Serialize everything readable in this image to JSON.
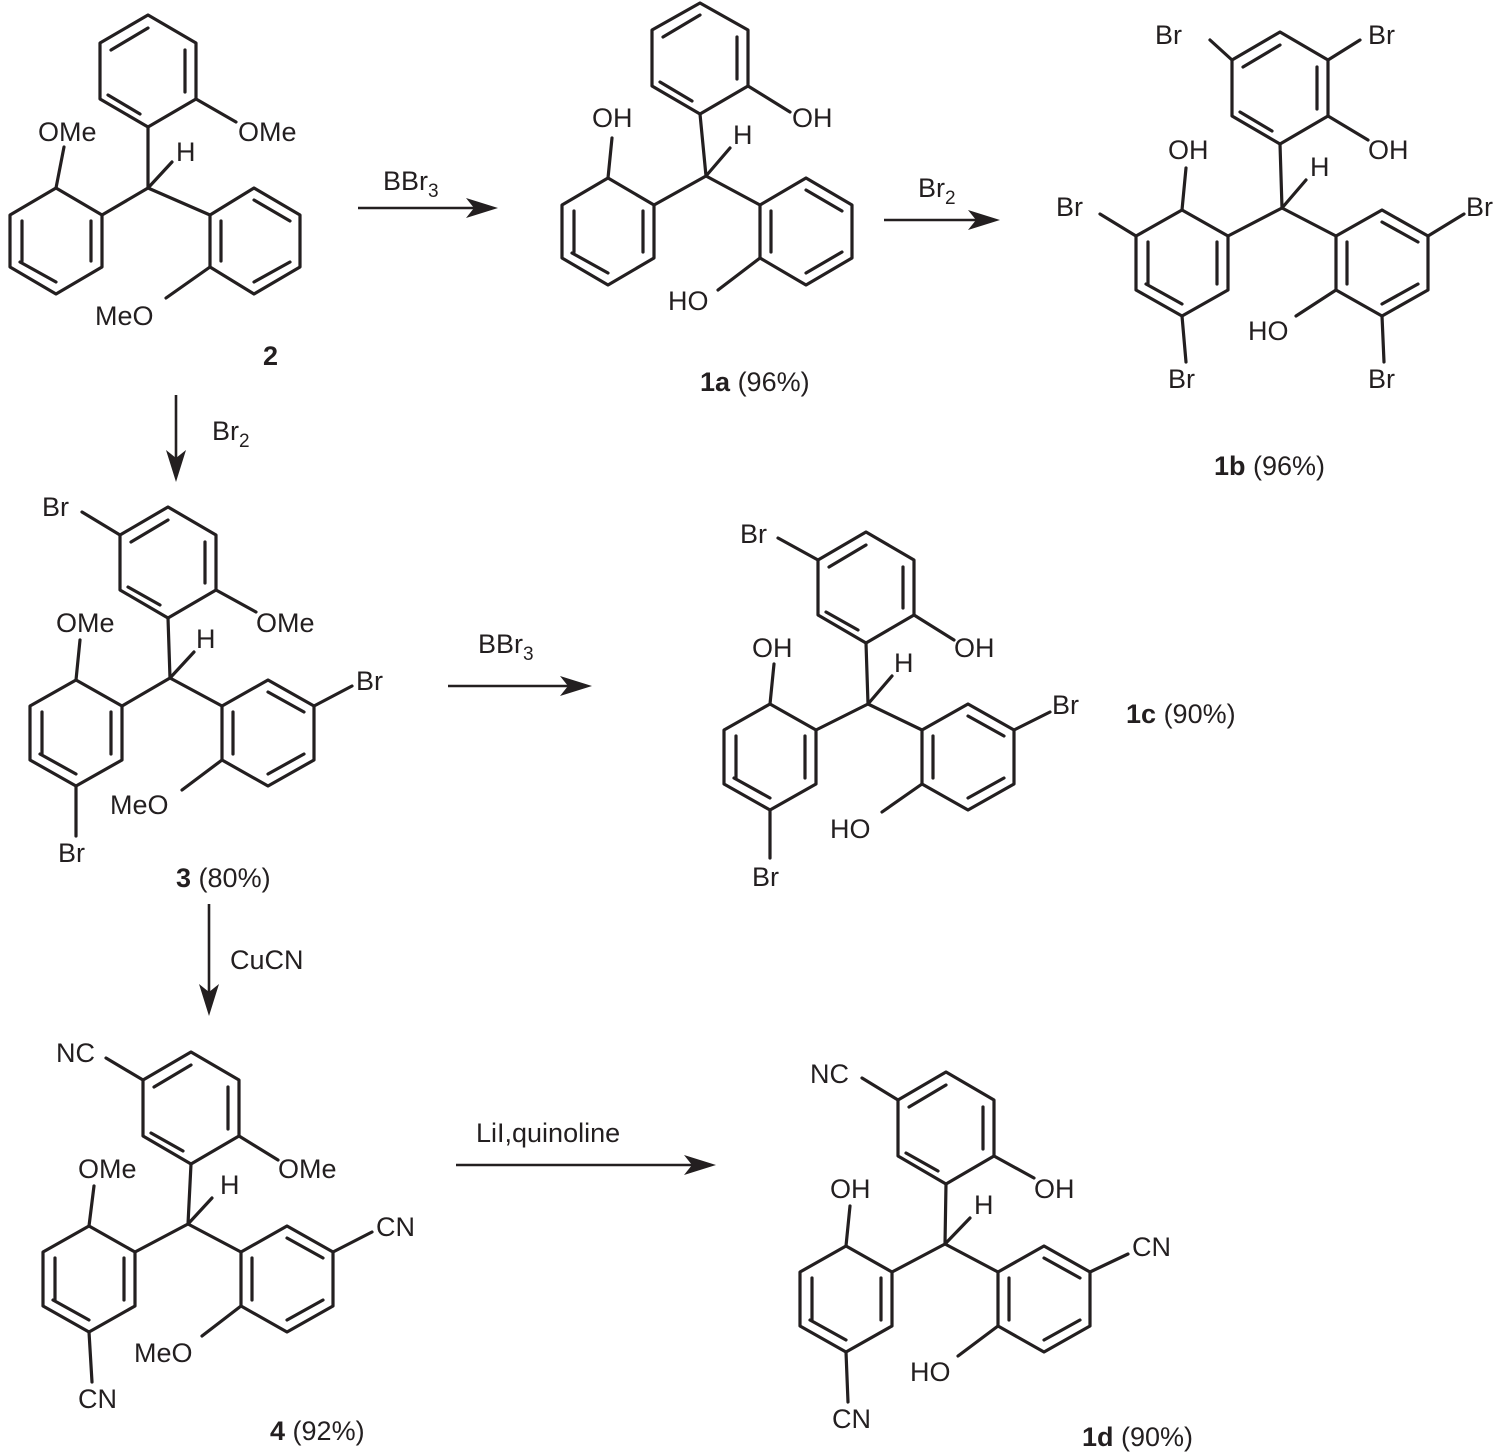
{
  "molecules": {
    "m2": {
      "id": "2",
      "substituents": {
        "top_right": "OMe",
        "left": "OMe",
        "bottom": "MeO",
        "methine": "H"
      }
    },
    "m1a": {
      "id": "1a",
      "yield": "(96%)",
      "substituents": {
        "top_right": "OH",
        "left": "OH",
        "bottom": "HO",
        "methine": "H"
      }
    },
    "m1b": {
      "id": "1b",
      "yield": "(96%)",
      "substituents": {
        "top_ring_br_left": "Br",
        "top_ring_br_right": "Br",
        "top_right": "OH",
        "left": "OH",
        "left_br_ortho": "Br",
        "left_br_para": "Br",
        "right_br_para": "Br",
        "bottom": "HO",
        "right_br_ortho": "Br",
        "methine": "H"
      }
    },
    "m3": {
      "id": "3",
      "yield": "(80%)",
      "substituents": {
        "top_br": "Br",
        "top_right": "OMe",
        "left": "OMe",
        "right_br": "Br",
        "bottom": "MeO",
        "left_br": "Br",
        "methine": "H"
      }
    },
    "m1c": {
      "id": "1c",
      "yield": "(90%)",
      "substituents": {
        "top_br": "Br",
        "top_right": "OH",
        "left": "OH",
        "right_br": "Br",
        "bottom": "HO",
        "left_br": "Br",
        "methine": "H"
      }
    },
    "m4": {
      "id": "4",
      "yield": "(92%)",
      "substituents": {
        "top_nc": "NC",
        "top_right": "OMe",
        "left": "OMe",
        "right_cn": "CN",
        "bottom": "MeO",
        "left_cn": "CN",
        "methine": "H"
      }
    },
    "m1d": {
      "id": "1d",
      "yield": "(90%)",
      "substituents": {
        "top_nc": "NC",
        "top_right": "OH",
        "left": "OH",
        "right_cn": "CN",
        "bottom": "HO",
        "left_cn": "CN",
        "methine": "H"
      }
    }
  },
  "reactions": {
    "r1": {
      "reagent": "BBr",
      "sub": "3"
    },
    "r2": {
      "reagent": "Br",
      "sub": "2"
    },
    "r3": {
      "reagent": "Br",
      "sub": "2"
    },
    "r4": {
      "reagent": "BBr",
      "sub": "3"
    },
    "r5": {
      "reagent": "CuCN"
    },
    "r6": {
      "reagent": "LiI,quinoline"
    }
  }
}
